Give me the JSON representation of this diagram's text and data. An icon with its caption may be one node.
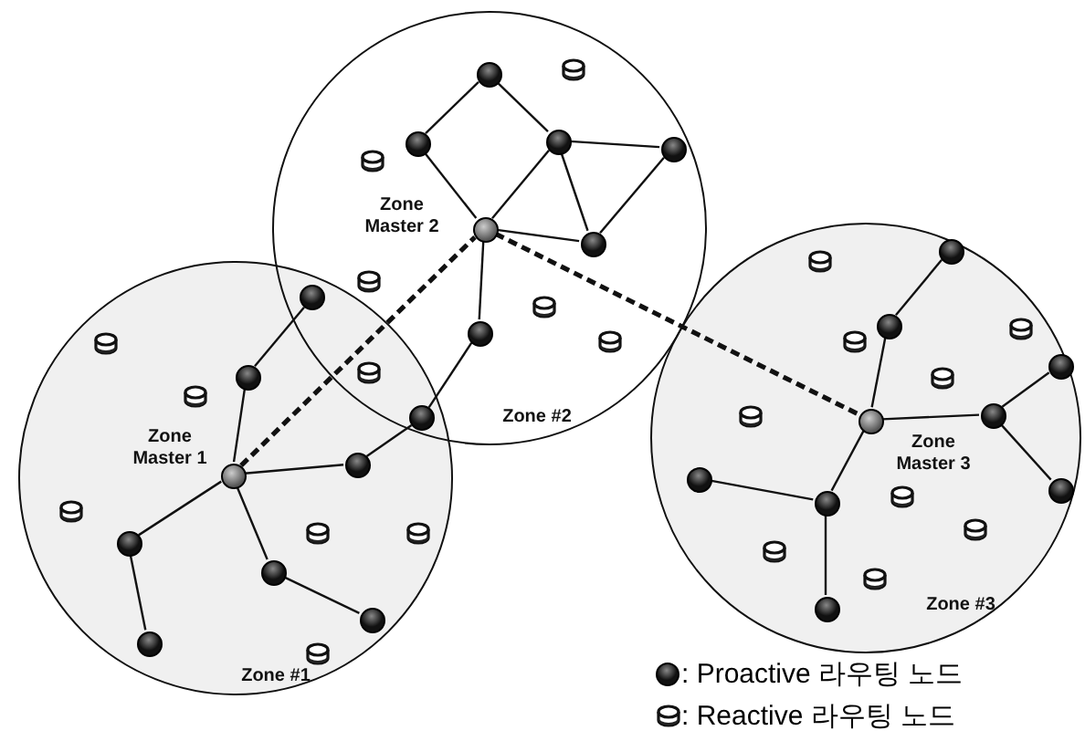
{
  "diagram": {
    "nodes": [
      {
        "text": [
          "Zone #2"
        ]
      },
      {
        "text": [
          "Zone #1"
        ]
      },
      {
        "text": [
          "Zone #3"
        ]
      },
      {
        "text": [],
        "shape": "circle",
        "in": 0
      },
      {
        "text": [],
        "shape": "cylinder",
        "in": 0
      },
      {
        "text": [],
        "shape": "circle",
        "in": 0
      },
      {
        "text": [],
        "shape": "circle",
        "in": 0
      },
      {
        "text": [],
        "shape": "circle",
        "in": 0
      },
      {
        "text": [],
        "shape": "cylinder",
        "in": 0
      },
      {
        "text": [],
        "shape": "circle",
        "in": 0,
        "beside": [
          "Zone Master 2"
        ]
      },
      {
        "text": [],
        "shape": "circle",
        "in": 0
      },
      {
        "text": [],
        "shape": "cylinder",
        "in": 0
      },
      {
        "text": [],
        "shape": "circle",
        "in": 0
      },
      {
        "text": [],
        "shape": "cylinder",
        "in": 0
      },
      {
        "text": [],
        "shape": "cylinder"
      },
      {
        "text": [],
        "shape": "circle"
      },
      {
        "text": [],
        "shape": "cylinder"
      },
      {
        "text": [],
        "shape": "circle"
      },
      {
        "text": [],
        "shape": "cylinder",
        "in": 1
      },
      {
        "text": [],
        "shape": "circle",
        "in": 1
      },
      {
        "text": [],
        "shape": "cylinder",
        "in": 1
      },
      {
        "text": [],
        "shape": "circle",
        "in": 1,
        "beside": [
          "Zone Master 1"
        ]
      },
      {
        "text": [],
        "shape": "circle",
        "in": 1
      },
      {
        "text": [],
        "shape": "cylinder",
        "in": 1
      },
      {
        "text": [],
        "shape": "cylinder",
        "in": 1
      },
      {
        "text": [],
        "shape": "cylinder",
        "in": 1
      },
      {
        "text": [],
        "shape": "circle",
        "in": 1
      },
      {
        "text": [],
        "shape": "circle",
        "in": 1
      },
      {
        "text": [],
        "shape": "circle",
        "in": 1
      },
      {
        "text": [],
        "shape": "circle",
        "in": 1
      },
      {
        "text": [],
        "shape": "cylinder",
        "in": 1
      },
      {
        "text": [],
        "shape": "circle",
        "in": 2
      },
      {
        "text": [],
        "shape": "cylinder",
        "in": 2
      },
      {
        "text": [],
        "shape": "circle",
        "in": 2
      },
      {
        "text": [],
        "shape": "cylinder",
        "in": 2
      },
      {
        "text": [],
        "shape": "cylinder",
        "in": 2
      },
      {
        "text": [],
        "shape": "circle",
        "in": 2
      },
      {
        "text": [],
        "shape": "cylinder",
        "in": 2
      },
      {
        "text": [],
        "shape": "circle",
        "in": 2
      },
      {
        "text": [],
        "shape": "cylinder",
        "in": 2
      },
      {
        "text": [],
        "shape": "circle",
        "in": 2,
        "beside": [
          "Zone Master 3"
        ]
      },
      {
        "text": [],
        "shape": "circle",
        "in": 2
      },
      {
        "text": [],
        "shape": "circle",
        "in": 2
      },
      {
        "text": [],
        "shape": "cylinder",
        "in": 2
      },
      {
        "text": [],
        "shape": "circle",
        "in": 2
      },
      {
        "text": [],
        "shape": "cylinder",
        "in": 2
      },
      {
        "text": [],
        "shape": "cylinder",
        "in": 2
      },
      {
        "text": [],
        "shape": "cylinder",
        "in": 2
      },
      {
        "text": [],
        "shape": "circle",
        "in": 2
      }
    ],
    "edges": [
      {
        "from": 21,
        "to": 19,
        "arrow": "none"
      },
      {
        "from": 19,
        "to": 15,
        "arrow": "none"
      },
      {
        "from": 21,
        "to": 22,
        "arrow": "none"
      },
      {
        "from": 22,
        "to": 17,
        "arrow": "none"
      },
      {
        "from": 17,
        "to": 12,
        "arrow": "none"
      },
      {
        "from": 12,
        "to": 9,
        "arrow": "none"
      },
      {
        "from": 21,
        "to": 26,
        "arrow": "none"
      },
      {
        "from": 26,
        "to": 29,
        "arrow": "none"
      },
      {
        "from": 21,
        "to": 27,
        "arrow": "none"
      },
      {
        "from": 27,
        "to": 28,
        "arrow": "none"
      },
      {
        "from": 9,
        "to": 5,
        "arrow": "none"
      },
      {
        "from": 5,
        "to": 3,
        "arrow": "none"
      },
      {
        "from": 3,
        "to": 6,
        "arrow": "none"
      },
      {
        "from": 6,
        "to": 9,
        "arrow": "none"
      },
      {
        "from": 6,
        "to": 7,
        "arrow": "none"
      },
      {
        "from": 6,
        "to": 10,
        "arrow": "none"
      },
      {
        "from": 7,
        "to": 10,
        "arrow": "none"
      },
      {
        "from": 9,
        "to": 10,
        "arrow": "none"
      },
      {
        "from": 40,
        "to": 33,
        "arrow": "none"
      },
      {
        "from": 33,
        "to": 31,
        "arrow": "none"
      },
      {
        "from": 40,
        "to": 38,
        "arrow": "none"
      },
      {
        "from": 38,
        "to": 36,
        "arrow": "none"
      },
      {
        "from": 38,
        "to": 42,
        "arrow": "none"
      },
      {
        "from": 40,
        "to": 44,
        "arrow": "none"
      },
      {
        "from": 44,
        "to": 41,
        "arrow": "none"
      },
      {
        "from": 44,
        "to": 48,
        "arrow": "none"
      },
      {
        "from": 21,
        "to": 9,
        "arrow": "none",
        "style": "dashed"
      },
      {
        "from": 9,
        "to": 40,
        "arrow": "none",
        "style": "dashed"
      }
    ],
    "legend": [
      {
        "text": ": Proactive 라우팅 노드"
      },
      {
        "text": ": Reactive 라우팅 노드"
      }
    ]
  }
}
